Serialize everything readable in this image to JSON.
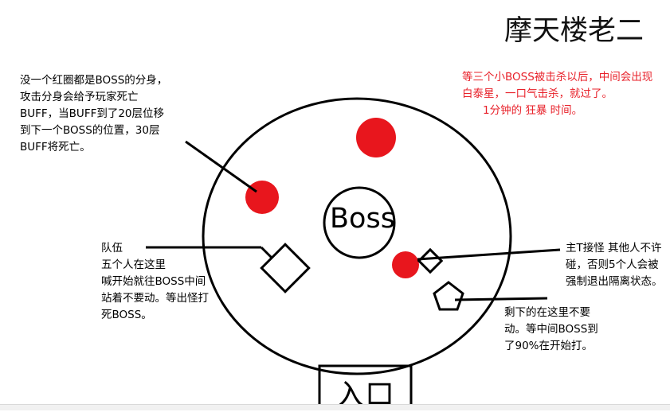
{
  "title": "摩天楼老二",
  "boss_label": "Boss",
  "entrance_label": "入口",
  "notes": {
    "clone_note": [
      "没一个红圈都是BOSS的分身，",
      "攻击分身会给予玩家死亡",
      "BUFF，当BUFF到了20层位移",
      "到下一个BOSS的位置，30层",
      "BUFF将死亡。"
    ],
    "phase_note": [
      "等三个小BOSS被击杀以后，中间会出现",
      "白泰星，一口气击杀，就过了。",
      "1分钟的 狂暴 时间。"
    ],
    "team_note": [
      "队伍",
      "五个人在这里",
      "喊开始就往BOSS中间",
      "站着不要动。等出怪打",
      "死BOSS。"
    ],
    "tank_note": [
      "主T接怪 其他人不许",
      "碰，否则5个人会被",
      "强制退出隔离状态。"
    ],
    "rest_note": [
      "剩下的在这里不要",
      "动。等中间BOSS到",
      "了90%在开始打。"
    ]
  },
  "colors": {
    "clone_red": "#e8161d",
    "note_red": "#e8212a",
    "stroke": "#000000"
  }
}
